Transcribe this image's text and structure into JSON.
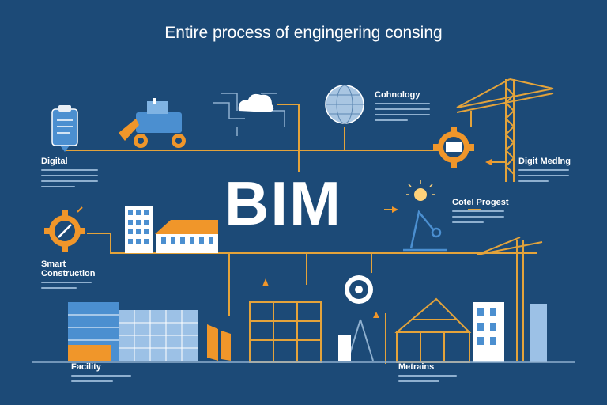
{
  "title": "Entire process of engingering consing",
  "center": {
    "text": "BIM"
  },
  "labels": {
    "digital": "Digital",
    "smart_construction_line1": "Smart",
    "smart_construction_line2": "Construction",
    "technology": "Cohnology",
    "digital_modeling": "Digit Medlng",
    "control_project": "Cotel Progest",
    "facility": "Facility",
    "maintenance": "Metrains"
  },
  "colors": {
    "background": "#1c4a77",
    "accent_orange": "#f0962a",
    "line": "#e3a33b",
    "building_blue": "#4b8fd0",
    "white": "#ffffff"
  },
  "icons": [
    "clipboard-icon",
    "bulldozer-icon",
    "cloud-circuit-icon",
    "globe-icon",
    "tower-crane-icon",
    "gear-icon",
    "lightbulb-icon",
    "robot-arm-icon",
    "wrench-gear-icon",
    "target-gear-icon",
    "drill-rig-icon"
  ]
}
